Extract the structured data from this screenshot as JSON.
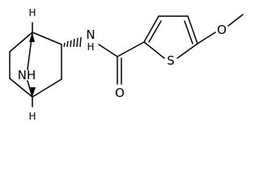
{
  "molecule": {
    "atoms": {
      "h_top": "H",
      "h_bottom": "H",
      "nh_bridge": "NH",
      "nh_amide": "N",
      "h_amide": "H",
      "o_carbonyl": "O",
      "s_thiophene": "S",
      "o_methoxy": "O"
    }
  },
  "colors": {
    "bond": "#000000",
    "background": "#ffffff"
  }
}
